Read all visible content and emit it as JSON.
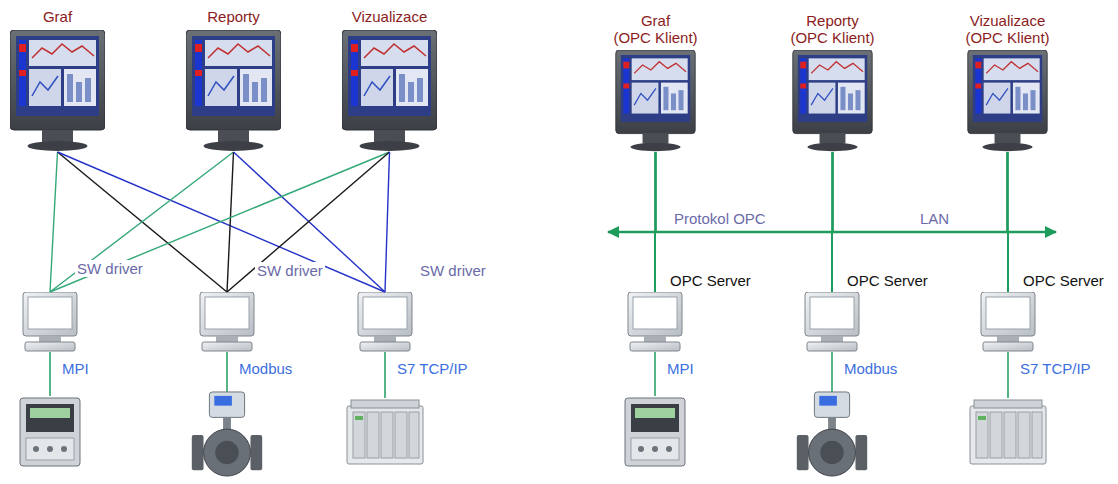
{
  "diagram": {
    "nodes": [
      {
        "text": [
          "Graf"
        ]
      },
      {
        "text": [
          "Reporty"
        ]
      },
      {
        "text": [
          "Vizualizace"
        ]
      },
      {
        "text": [
          "SW driver"
        ]
      },
      {
        "text": [
          "SW driver"
        ]
      },
      {
        "text": [
          "SW driver"
        ]
      },
      {
        "text": [
          "Graf",
          "(OPC Klient)"
        ]
      },
      {
        "text": [
          "Reporty",
          "(OPC Klient)"
        ]
      },
      {
        "text": [
          "Vizualizace",
          "(OPC Klient)"
        ]
      },
      {
        "text": [
          "OPC Server"
        ]
      },
      {
        "text": [
          "OPC Server"
        ]
      },
      {
        "text": [
          "OPC Server"
        ]
      }
    ],
    "edges": [
      {
        "from": 0,
        "to": 3,
        "arrow": "none"
      },
      {
        "from": 0,
        "to": 4,
        "arrow": "none"
      },
      {
        "from": 0,
        "to": 5,
        "arrow": "none"
      },
      {
        "from": 1,
        "to": 3,
        "arrow": "none"
      },
      {
        "from": 1,
        "to": 4,
        "arrow": "none"
      },
      {
        "from": 1,
        "to": 5,
        "arrow": "none"
      },
      {
        "from": 2,
        "to": 3,
        "arrow": "none"
      },
      {
        "from": 2,
        "to": 4,
        "arrow": "none"
      },
      {
        "from": 2,
        "to": 5,
        "arrow": "none"
      },
      {
        "from": 6,
        "to": 9,
        "arrow": "none"
      },
      {
        "from": 6,
        "to": 10,
        "arrow": "none"
      },
      {
        "from": 6,
        "to": 11,
        "arrow": "none"
      },
      {
        "from": 7,
        "to": 9,
        "arrow": "none"
      },
      {
        "from": 7,
        "to": 10,
        "arrow": "none"
      },
      {
        "from": 7,
        "to": 11,
        "arrow": "none"
      },
      {
        "from": 8,
        "to": 9,
        "arrow": "none"
      },
      {
        "from": 8,
        "to": 10,
        "arrow": "none"
      },
      {
        "from": 8,
        "to": 11,
        "arrow": "none"
      }
    ],
    "labels": [
      "MPI",
      "Modbus",
      "S7 TCP/IP",
      "MPI",
      "Modbus",
      "S7 TCP/IP",
      "Protokol OPC",
      "LAN"
    ]
  }
}
